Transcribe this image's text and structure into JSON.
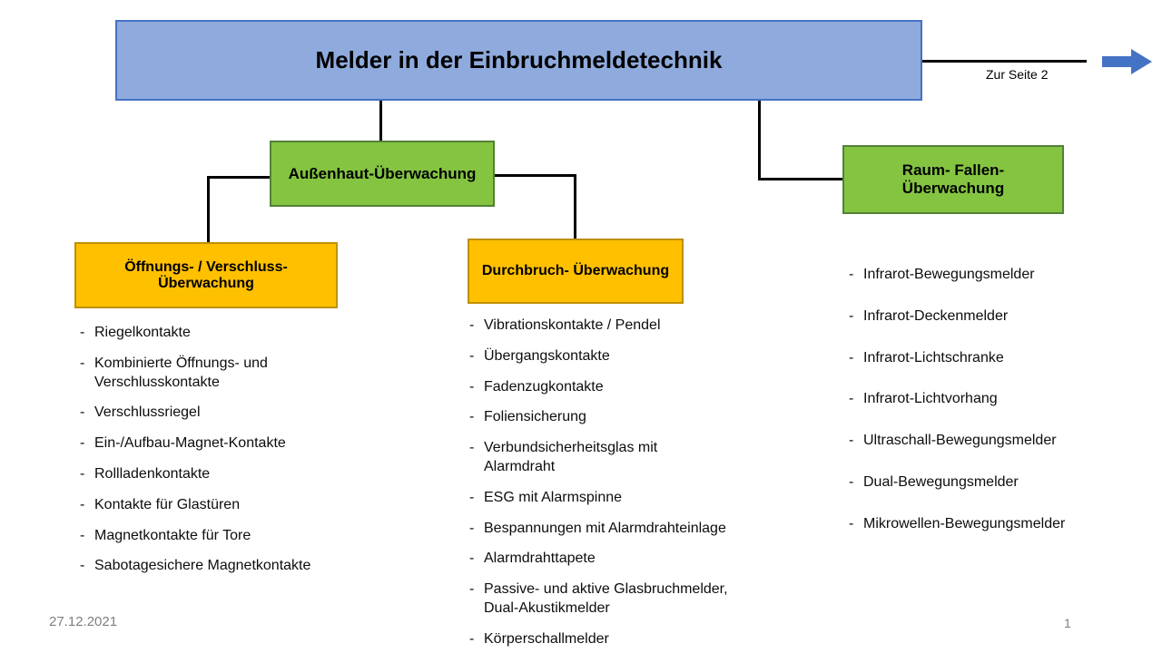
{
  "slide": {
    "title": "Melder in der Einbruchmeldetechnik",
    "link_label": "Zur Seite 2",
    "date": "27.12.2021",
    "page_number": "1"
  },
  "boxes": {
    "aussenhaut": "Außenhaut-Überwachung",
    "raum": "Raum- Fallen-\nÜberwachung",
    "oeffnungs": "Öffnungs- / Verschluss-\nÜberwachung",
    "durchbruch": "Durchbruch- Überwachung"
  },
  "lists": {
    "oeffnungs": [
      "Riegelkontakte",
      "Kombinierte Öffnungs- und\nVerschlusskontakte",
      "Verschlussriegel",
      "Ein-/Aufbau-Magnet-Kontakte",
      "Rollladenkontakte",
      "Kontakte für Glastüren",
      "Magnetkontakte für Tore",
      "Sabotagesichere Magnetkontakte"
    ],
    "durchbruch": [
      "Vibrationskontakte / Pendel",
      "Übergangskontakte",
      "Fadenzugkontakte",
      "Foliensicherung",
      "Verbundsicherheitsglas mit\nAlarmdraht",
      "ESG mit Alarmspinne",
      "Bespannungen mit Alarmdrahteinlage",
      "Alarmdrahttapete",
      "Passive- und aktive Glasbruchmelder,\nDual-Akustikmelder",
      "Körperschallmelder"
    ],
    "raum": [
      "Infrarot-Bewegungsmelder",
      "Infrarot-Deckenmelder",
      "Infrarot-Lichtschranke",
      "Infrarot-Lichtvorhang",
      "Ultraschall-Bewegungsmelder",
      "Dual-Bewegungsmelder",
      "Mikrowellen-Bewegungsmelder"
    ]
  },
  "colors": {
    "title_fill": "#8FAADC",
    "title_border": "#4472C4",
    "green_fill": "#84C441",
    "green_border": "#538135",
    "orange_fill": "#FFC000",
    "orange_border": "#BF9000",
    "connector": "#000000",
    "arrow": "#4472C4",
    "footer_text": "#7F7F7F"
  }
}
